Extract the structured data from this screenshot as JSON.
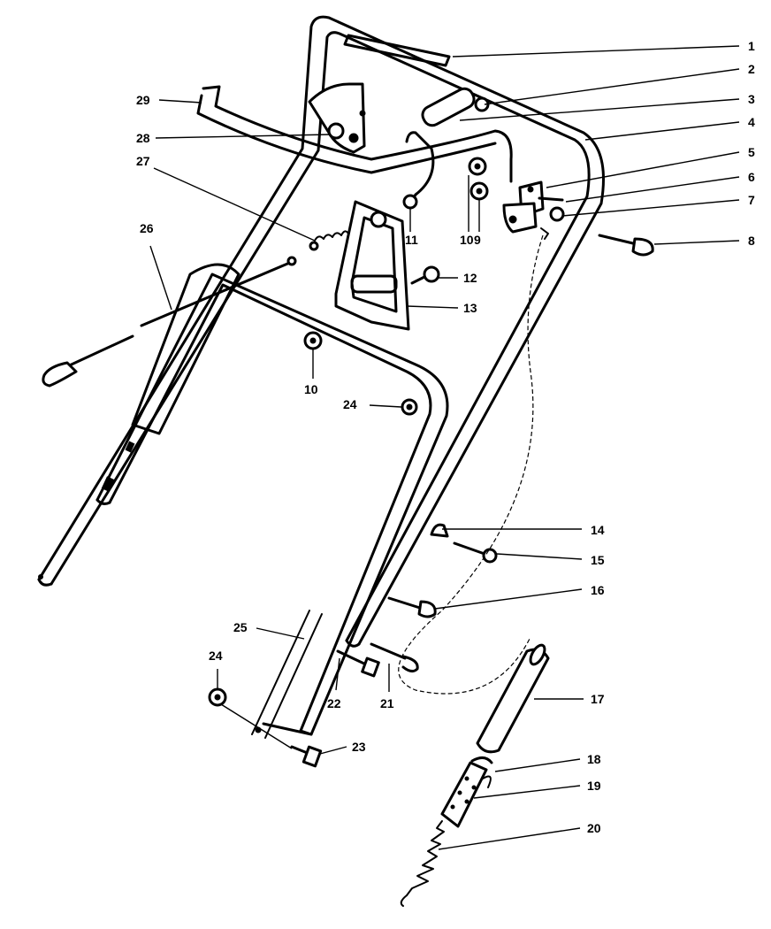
{
  "callouts": [
    {
      "id": "c1",
      "label": "1"
    },
    {
      "id": "c2",
      "label": "2"
    },
    {
      "id": "c3",
      "label": "3"
    },
    {
      "id": "c4",
      "label": "4"
    },
    {
      "id": "c5",
      "label": "5"
    },
    {
      "id": "c6",
      "label": "6"
    },
    {
      "id": "c7",
      "label": "7"
    },
    {
      "id": "c8",
      "label": "8"
    },
    {
      "id": "c9",
      "label": "9"
    },
    {
      "id": "c10a",
      "label": "10"
    },
    {
      "id": "c10b",
      "label": "10"
    },
    {
      "id": "c11",
      "label": "11"
    },
    {
      "id": "c12",
      "label": "12"
    },
    {
      "id": "c13",
      "label": "13"
    },
    {
      "id": "c14",
      "label": "14"
    },
    {
      "id": "c15",
      "label": "15"
    },
    {
      "id": "c16",
      "label": "16"
    },
    {
      "id": "c17",
      "label": "17"
    },
    {
      "id": "c18",
      "label": "18"
    },
    {
      "id": "c19",
      "label": "19"
    },
    {
      "id": "c20",
      "label": "20"
    },
    {
      "id": "c21",
      "label": "21"
    },
    {
      "id": "c22",
      "label": "22"
    },
    {
      "id": "c23",
      "label": "23"
    },
    {
      "id": "c24a",
      "label": "24"
    },
    {
      "id": "c24b",
      "label": "24"
    },
    {
      "id": "c25",
      "label": "25"
    },
    {
      "id": "c26",
      "label": "26"
    },
    {
      "id": "c27",
      "label": "27"
    },
    {
      "id": "c28",
      "label": "28"
    },
    {
      "id": "c29",
      "label": "29"
    }
  ]
}
